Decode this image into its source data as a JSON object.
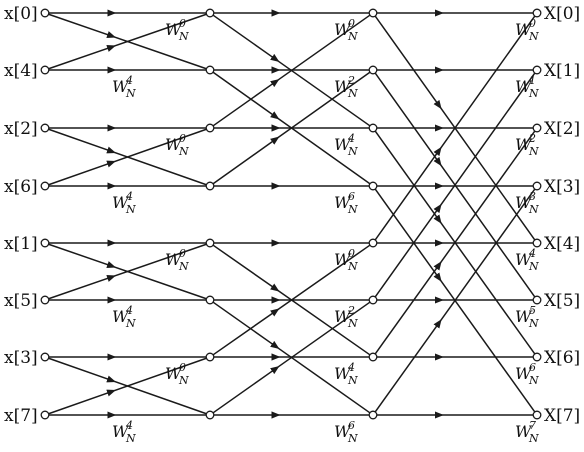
{
  "diagram": {
    "inputs": [
      "x[0]",
      "x[4]",
      "x[2]",
      "x[6]",
      "x[1]",
      "x[5]",
      "x[3]",
      "x[7]"
    ],
    "outputs": [
      "X[0]",
      "X[1]",
      "X[2]",
      "X[3]",
      "X[4]",
      "X[5]",
      "X[6]",
      "X[7]"
    ],
    "twiddle_base": "W",
    "twiddle_sub": "N",
    "stage1_exponents": [
      "0",
      "4",
      "0",
      "4",
      "0",
      "4",
      "0",
      "4"
    ],
    "stage2_exponents": [
      "0",
      "2",
      "4",
      "6",
      "0",
      "2",
      "4",
      "6"
    ],
    "stage3_exponents": [
      "0",
      "1",
      "2",
      "3",
      "4",
      "5",
      "6",
      "7"
    ]
  }
}
